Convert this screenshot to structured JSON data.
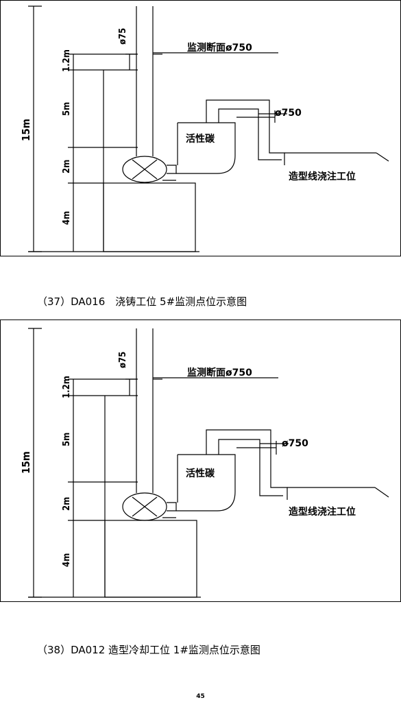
{
  "figures": [
    {
      "caption": "（37）DA016　浇铸工位 5#监测点位示意图",
      "labels": {
        "total_height": "15m",
        "seg_top": "1.2m",
        "seg_mid": "5m",
        "seg_low": "2m",
        "seg_base": "4m",
        "chimney_diameter": "ø75",
        "monitoring_section": "监测断面ø750",
        "duct_diameter": "ø750",
        "activated_carbon": "活性碳",
        "workstation": "造型线浇注工位"
      }
    },
    {
      "caption": "（38）DA012  造型冷却工位 1#监测点位示意图",
      "labels": {
        "total_height": "15m",
        "seg_top": "1.2m",
        "seg_mid": "5m",
        "seg_low": "2m",
        "seg_base": "4m",
        "chimney_diameter": "ø75",
        "monitoring_section": "监测断面ø750",
        "duct_diameter": "ø750",
        "activated_carbon": "活性碳",
        "workstation": "造型线浇注工位"
      }
    }
  ],
  "page_number": "45"
}
